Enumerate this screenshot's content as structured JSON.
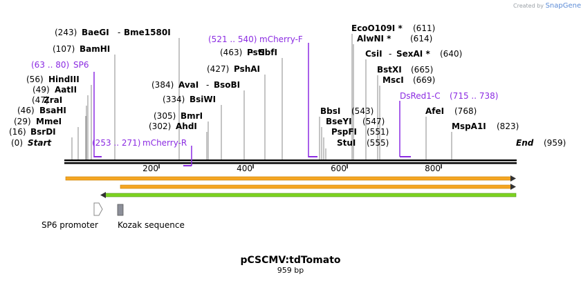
{
  "credit": {
    "prefix": "Created by",
    "brand": "SnapGene"
  },
  "map": {
    "name": "pCSCMV:tdTomato",
    "size_label": "959 bp",
    "length": 959
  },
  "ruler_ticks": [
    "200",
    "400",
    "600",
    "800"
  ],
  "sites": [
    {
      "num": "(0)",
      "name": "Start",
      "pos": 0
    },
    {
      "num": "(16)",
      "name": "BsrDI",
      "pos": 16
    },
    {
      "num": "(29)",
      "name": "MmeI",
      "pos": 29
    },
    {
      "num": "(46)",
      "name": "BsaHI",
      "pos": 46
    },
    {
      "num": "(47)",
      "name": "ZraI",
      "pos": 47
    },
    {
      "num": "(49)",
      "name": "AatII",
      "pos": 49
    },
    {
      "num": "(56)",
      "name": "HindIII",
      "pos": 56
    },
    {
      "num": "(107)",
      "name": "BamHI",
      "pos": 107
    },
    {
      "num": "(243)",
      "name": "BaeGI",
      "sep": "-",
      "name2": "Bme1580I",
      "pos": 243
    },
    {
      "num": "(302)",
      "name": "AhdI",
      "pos": 302
    },
    {
      "num": "(305)",
      "name": "BmrI",
      "pos": 305
    },
    {
      "num": "(334)",
      "name": "BsiWI",
      "pos": 334
    },
    {
      "num": "(384)",
      "name": "AvaI",
      "sep": "-",
      "name2": "BsoBI",
      "pos": 384
    },
    {
      "num": "(427)",
      "name": "PshAI",
      "pos": 427
    },
    {
      "num": "(463)",
      "name": "PstI",
      "sep": "-",
      "name2": "SbfI",
      "pos": 463
    },
    {
      "name": "BbsI",
      "num": "(543)",
      "pos": 543
    },
    {
      "name": "BseYI",
      "num": "(547)",
      "pos": 547
    },
    {
      "name": "PspFI",
      "num": "(551)",
      "pos": 551
    },
    {
      "name": "StuI",
      "num": "(555)",
      "pos": 555
    },
    {
      "name": "EcoO109I *",
      "num": "(611)",
      "pos": 611
    },
    {
      "name": "AlwNI *",
      "num": "(614)",
      "pos": 614
    },
    {
      "name": "CsiI",
      "sep": "-",
      "name2": "SexAI *",
      "num": "(640)",
      "pos": 640
    },
    {
      "name": "BstXI",
      "num": "(665)",
      "pos": 665
    },
    {
      "name": "MscI",
      "num": "(669)",
      "pos": 669
    },
    {
      "name": "AfeI",
      "num": "(768)",
      "pos": 768
    },
    {
      "name": "MspA1I",
      "num": "(823)",
      "pos": 823
    },
    {
      "name": "End",
      "num": "(959)",
      "pos": 959
    }
  ],
  "primers": [
    {
      "range": "(63 .. 80)",
      "name": "SP6"
    },
    {
      "range": "(253 .. 271)",
      "name": "mCherry-R"
    },
    {
      "range": "(521 .. 540)",
      "name": "mCherry-F"
    },
    {
      "range": "(715 .. 738)",
      "name": "DsRed1-C"
    }
  ],
  "features": [
    {
      "name": "SP6 promoter"
    },
    {
      "name": "Kozak sequence"
    }
  ],
  "colors": {
    "primer": "#8b2be2",
    "orf_orange": "#f5a623",
    "orf_green": "#7ed321",
    "feature_gray": "#8c8f99"
  }
}
